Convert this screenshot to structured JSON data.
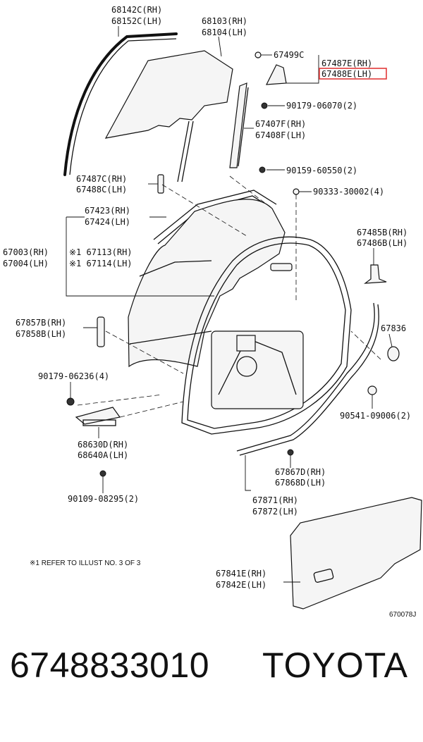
{
  "labels": {
    "l68142c": "68142C(RH)",
    "l68152c": "68152C(LH)",
    "l68103": "68103(RH)",
    "l68104": "68104(LH)",
    "l67499c": "67499C",
    "l67487e": "67487E(RH)",
    "l67488e": "67488E(LH)",
    "l90179_06070": "90179-06070(2)",
    "l67407f": "67407F(RH)",
    "l67408f": "67408F(LH)",
    "l90159": "90159-60550(2)",
    "l67487c": "67487C(RH)",
    "l67488c": "67488C(LH)",
    "l90333": "90333-30002(4)",
    "l67423": "67423(RH)",
    "l67424": "67424(LH)",
    "l67485b": "67485B(RH)",
    "l67486b": "67486B(LH)",
    "l67003": "67003(RH)",
    "l67004": "67004(LH)",
    "l67113": "※1 67113(RH)",
    "l67114": "※1 67114(LH)",
    "l67857b": "67857B(RH)",
    "l67858b": "67858B(LH)",
    "l67836": "67836",
    "l90179_06236": "90179-06236(4)",
    "l90541": "90541-09006(2)",
    "l68630d": "68630D(RH)",
    "l68640a": "68640A(LH)",
    "l67867d": "67867D(RH)",
    "l67868d": "67868D(LH)",
    "l90109": "90109-08295(2)",
    "l67871": "67871(RH)",
    "l67872": "67872(LH)",
    "l67841e": "67841E(RH)",
    "l67842e": "67842E(LH)"
  },
  "note": "※1 REFER TO ILLUST NO. 3 OF 3",
  "diagram_id": "670078J",
  "highlight_color": "#e23a3a",
  "footer": {
    "part_number": "6748833010",
    "brand": "TOYOTA"
  }
}
